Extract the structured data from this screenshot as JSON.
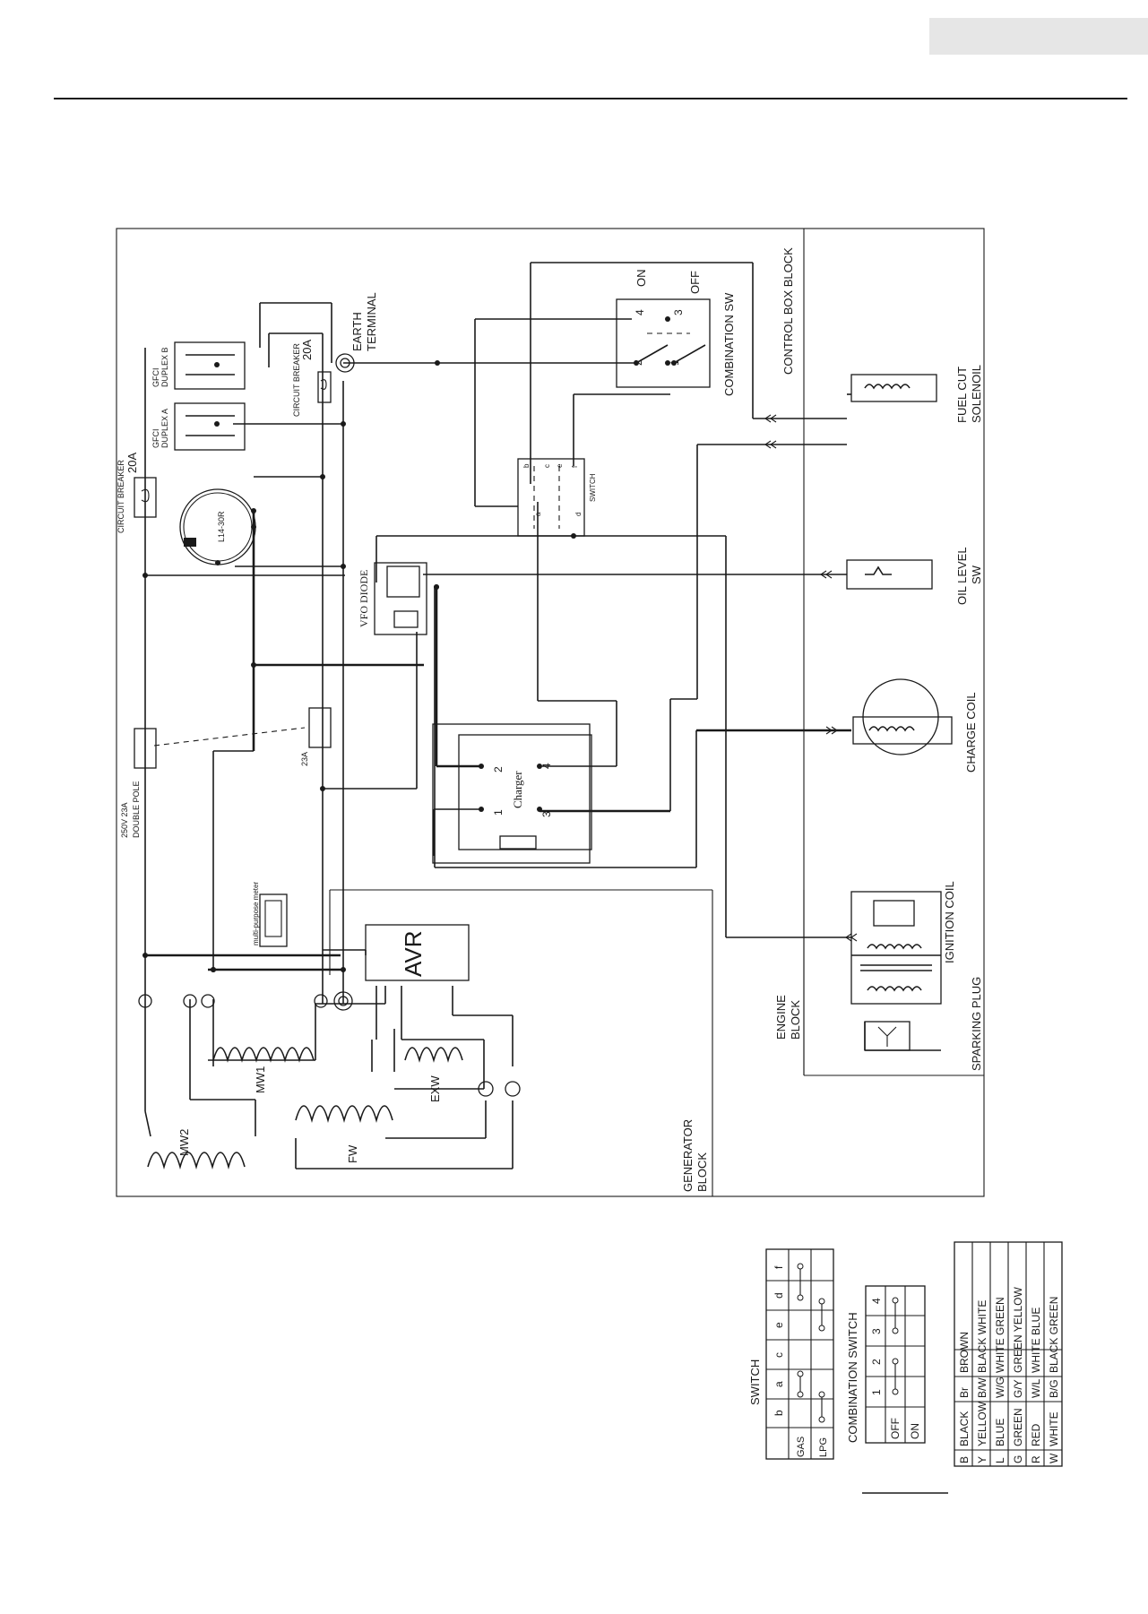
{
  "blocks": {
    "control_box": "CONTROL BOX BLOCK",
    "engine": [
      "ENGINE",
      "BLOCK"
    ],
    "generator": [
      "GENERATOR",
      "BLOCK"
    ]
  },
  "components": {
    "gfci_b": [
      "GFCI",
      "DUPLEX B"
    ],
    "gfci_a": [
      "GFCI",
      "DUPLEX A"
    ],
    "breaker_top": "CIRCUIT BREAKER",
    "breaker_top_amp": "20A",
    "breaker_left": "CIRCUIT BREAKER",
    "breaker_left_amp": "20A",
    "earth_terminal": [
      "EARTH",
      "TERMINAL"
    ],
    "combination_sw": "COMBINATION SW",
    "comb_on": "ON",
    "comb_off": "OFF",
    "comb_pins": [
      "1",
      "2",
      "3",
      "4"
    ],
    "fuel_cut": [
      "FUEL CUT",
      "SOLENOIL"
    ],
    "switch_label": "SWITCH",
    "switch_pins": [
      "a",
      "b",
      "c",
      "d",
      "e",
      "f"
    ],
    "l14_30r": "L14-30R",
    "vfo_diode": "VFO DIODE",
    "oil_level": [
      "OIL LEVEL",
      "SW"
    ],
    "charge_coil": "CHARGE COIL",
    "charger": "Charger",
    "charger_pins": [
      "1",
      "2",
      "3",
      "4"
    ],
    "double_pole": [
      "250V   23A",
      "DOUBLE POLE"
    ],
    "breaker_23a": "23A",
    "meter": "multi-purpose meter",
    "avr": "AVR",
    "ignition_coil": "IGNITION COIL",
    "sparking_plug": "SPARKING PLUG",
    "mw1": "MW1",
    "mw2": "MW2",
    "exw": "EXW",
    "fw": "FW"
  },
  "switch_table": {
    "title": "SWITCH",
    "columns": [
      "b",
      "a",
      "c",
      "e",
      "d",
      "f"
    ],
    "rows": [
      "GAS",
      "LPG"
    ]
  },
  "combination_table": {
    "title": "COMBINATION SWITCH",
    "columns": [
      "1",
      "2",
      "3",
      "4"
    ],
    "rows": [
      "OFF",
      "ON"
    ]
  },
  "color_legend": [
    {
      "code": "B",
      "name": "BLACK",
      "code2": "Br",
      "name2": "BROWN"
    },
    {
      "code": "Y",
      "name": "YELLOW",
      "code2": "B/W",
      "name2": "BLACK  WHITE"
    },
    {
      "code": "L",
      "name": "BLUE",
      "code2": "W/G",
      "name2": "WHITE GREEN"
    },
    {
      "code": "G",
      "name": "GREEN",
      "code2": "G/Y",
      "name2": "GREEN YELLOW"
    },
    {
      "code": "R",
      "name": "RED",
      "code2": "W/L",
      "name2": "WHITE BLUE"
    },
    {
      "code": "W",
      "name": "WHITE",
      "code2": "B/G",
      "name2": "BLACK GREEN"
    }
  ]
}
